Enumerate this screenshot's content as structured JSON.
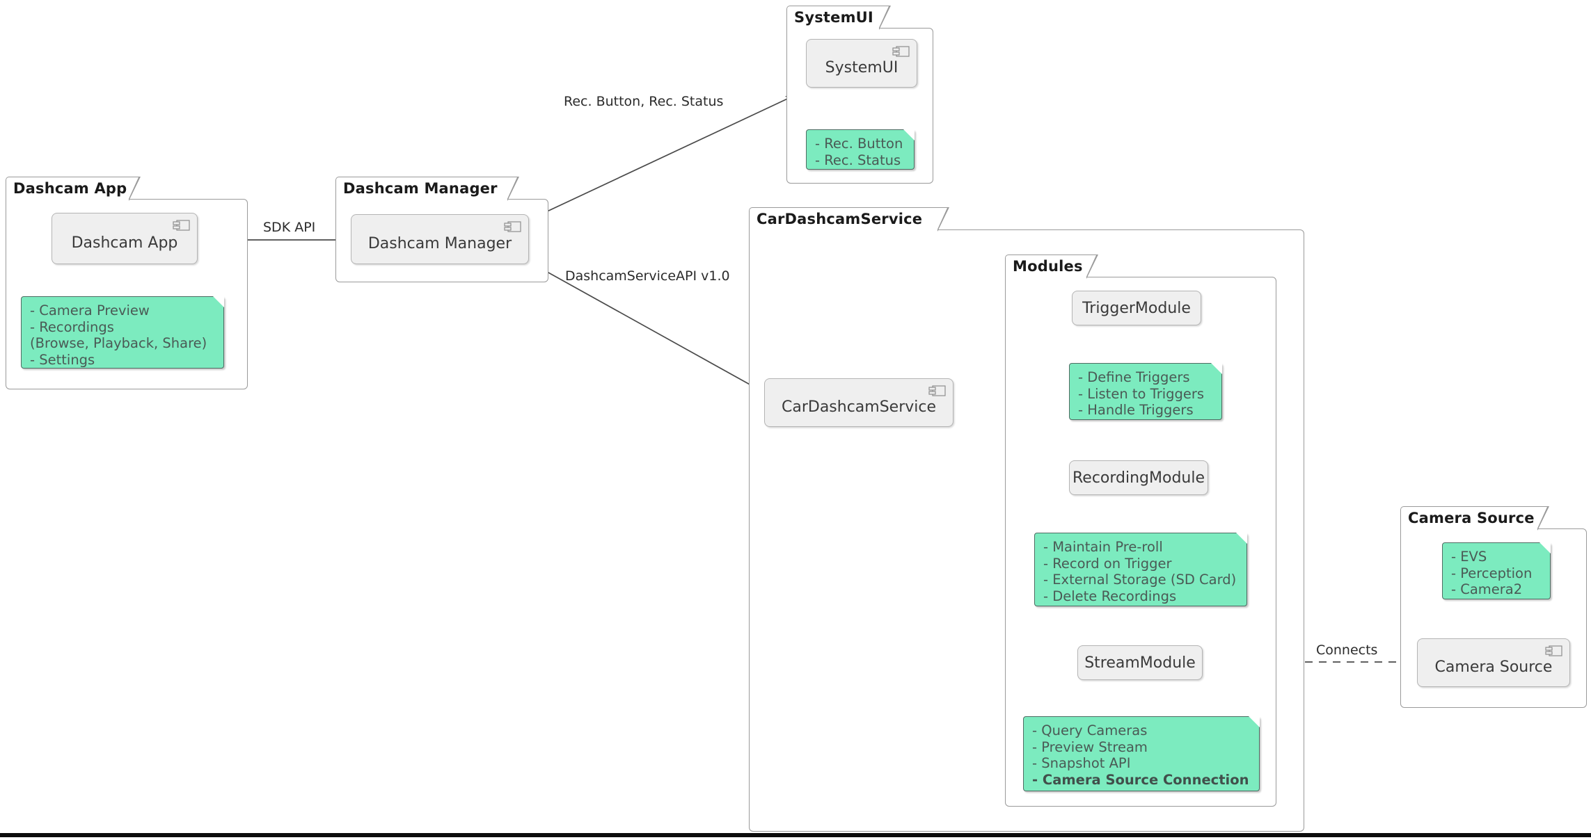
{
  "colors": {
    "note_fill": "#7CEBBF",
    "note_border": "#4f6b62",
    "component_fill": "#efefef",
    "component_border": "#b4b4b4",
    "package_border": "#9a9a9a",
    "text": "#3a3a3a",
    "edge": "#4a4a4a"
  },
  "packages": {
    "dashcam_app": {
      "title": "Dashcam App"
    },
    "dashcam_manager": {
      "title": "Dashcam Manager"
    },
    "system_ui": {
      "title": "SystemUI"
    },
    "car_dashcam_service": {
      "title": "CarDashcamService"
    },
    "modules": {
      "title": "Modules"
    },
    "camera_source": {
      "title": "Camera Source"
    }
  },
  "components": {
    "dashcam_app": {
      "label": "Dashcam App",
      "icon": "component-icon"
    },
    "dashcam_manager": {
      "label": "Dashcam Manager",
      "icon": "component-icon"
    },
    "system_ui": {
      "label": "SystemUI",
      "icon": "component-icon"
    },
    "car_dashcam_service": {
      "label": "CarDashcamService",
      "icon": "component-icon"
    },
    "trigger_module": {
      "label": "TriggerModule",
      "icon": "none"
    },
    "recording_module": {
      "label": "RecordingModule",
      "icon": "none"
    },
    "stream_module": {
      "label": "StreamModule",
      "icon": "none"
    },
    "camera_source": {
      "label": "Camera Source",
      "icon": "component-icon"
    }
  },
  "notes": {
    "dashcam_app": [
      "- Camera Preview",
      "- Recordings",
      "  (Browse, Playback, Share)",
      "- Settings"
    ],
    "system_ui": [
      "- Rec. Button",
      "- Rec. Status"
    ],
    "trigger_module": [
      "- Define Triggers",
      "- Listen to Triggers",
      "- Handle Triggers"
    ],
    "recording_module": [
      "- Maintain Pre-roll",
      "- Record on Trigger",
      "- External Storage (SD Card)",
      "- Delete Recordings"
    ],
    "stream_module": [
      "- Query Cameras",
      "- Preview Stream",
      "- Snapshot API",
      "- Camera Source Connection"
    ],
    "camera_source": [
      "- EVS",
      "- Perception",
      "- Camera2"
    ]
  },
  "edge_labels": {
    "sdk_api": "SDK API",
    "rec_button_status": "Rec. Button, Rec. Status",
    "dashcam_service_api": "DashcamServiceAPI v1.0",
    "connects": "Connects"
  }
}
